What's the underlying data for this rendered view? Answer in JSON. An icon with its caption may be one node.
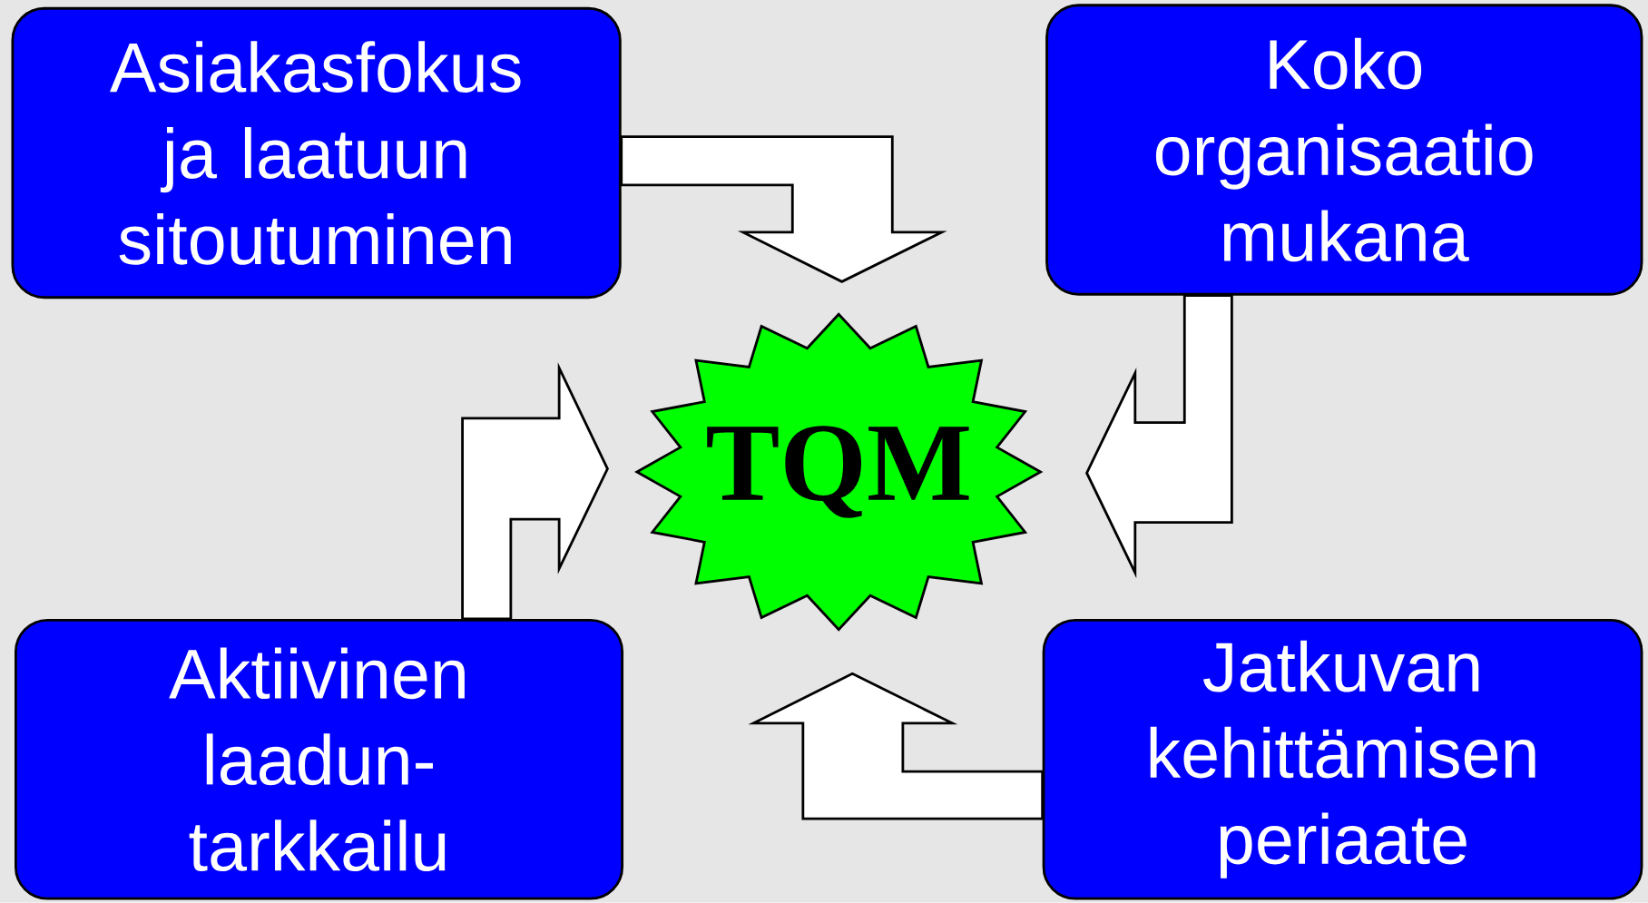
{
  "diagram": {
    "nodes": [
      {
        "text": [
          "Asiakasfokus ja laatuun sitoutuminen"
        ]
      },
      {
        "text": [
          "Koko organisaatio mukana"
        ]
      },
      {
        "text": [
          "TQM"
        ]
      },
      {
        "text": [
          "Aktiivinen laadun- tarkkailu"
        ]
      },
      {
        "text": [
          "Jatkuvan kehittämisen periaate"
        ]
      }
    ],
    "edges": [
      {
        "from": 0,
        "to": 2,
        "arrow": "to"
      },
      {
        "from": 1,
        "to": 2,
        "arrow": "to"
      },
      {
        "from": 4,
        "to": 2,
        "arrow": "to"
      },
      {
        "from": 3,
        "to": 2,
        "arrow": "to"
      }
    ]
  }
}
